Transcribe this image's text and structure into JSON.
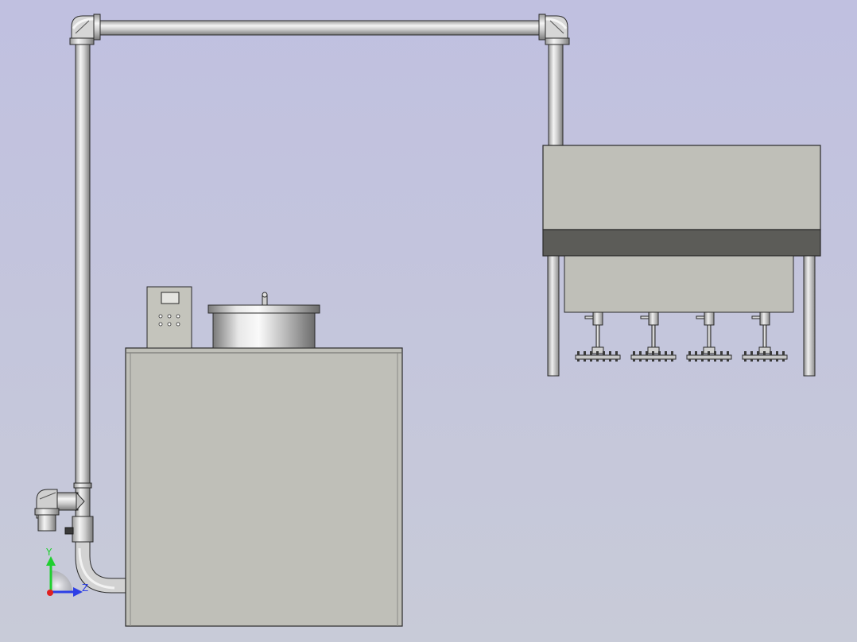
{
  "viewport": {
    "background_top": "#c0c0e0",
    "background_bottom": "#c8cbd8"
  },
  "colors": {
    "steel_light": "#eaeaea",
    "steel_mid": "#c9c9c9",
    "steel_dark": "#8a8a8a",
    "body_fill": "#bfbfb8",
    "edge": "#2a2a2a",
    "band_dark": "#5c5c58"
  },
  "triad": {
    "y_label": "Y",
    "z_label": "Z",
    "y_color": "#1fcf2f",
    "z_color": "#2d3fe6",
    "x_color": "#e02020"
  },
  "components": {
    "pipe_icon": "pipe-run",
    "elbow_icon": "elbow-fitting",
    "valve_icon": "side-valve",
    "tank_icon": "base-tank",
    "control_box_icon": "control-panel",
    "lid_icon": "pot-lid",
    "hood_icon": "upper-hood",
    "nozzle_icon": "spray-nozzle"
  },
  "control_panel": {
    "button_count": 6
  },
  "nozzles": {
    "count": 4
  }
}
